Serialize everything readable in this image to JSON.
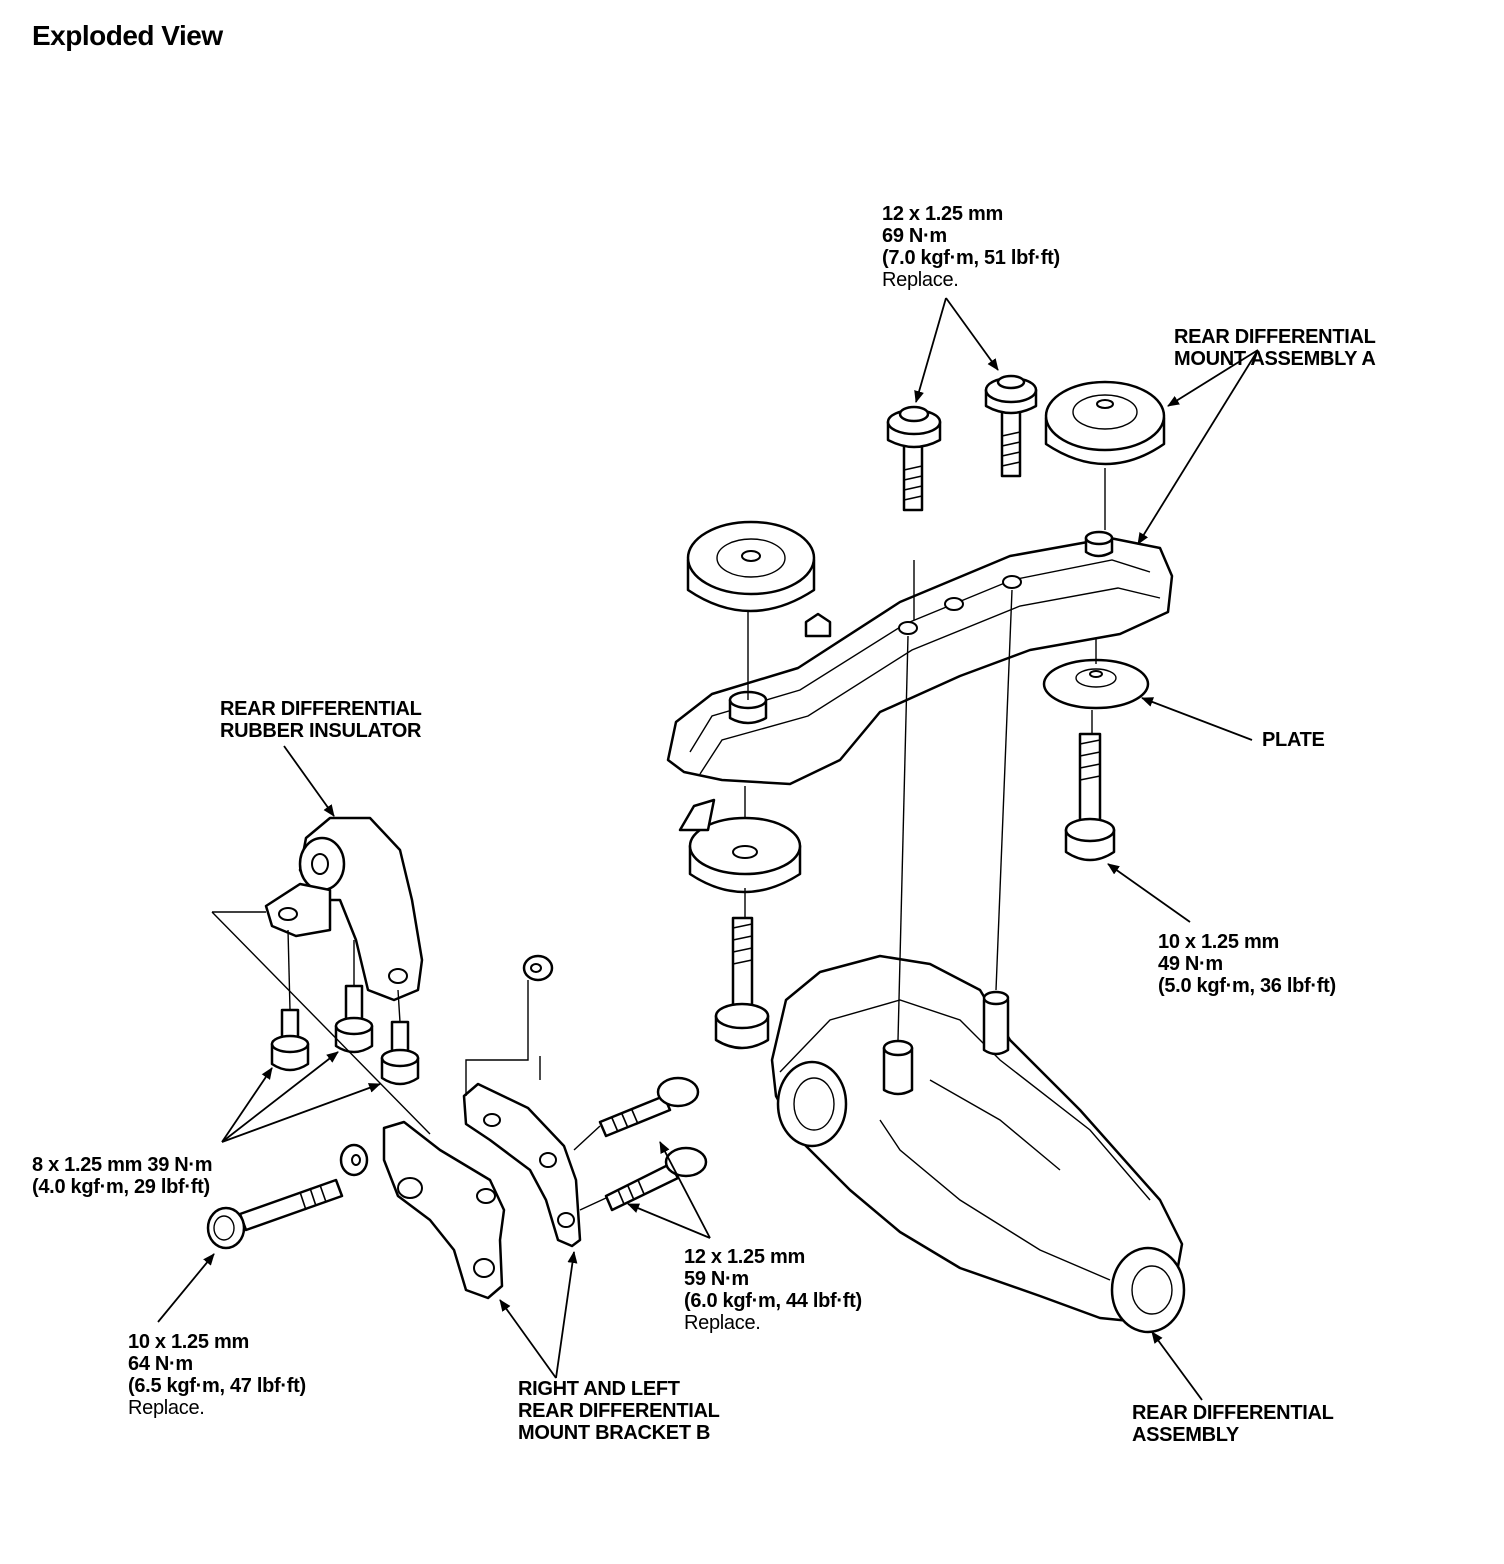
{
  "title": "Exploded View",
  "callouts": {
    "bolt_top": {
      "size": "12 x 1.25 mm",
      "torque_nm": "69 N·m",
      "torque_alt": "(7.0 kgf·m, 51 lbf·ft)",
      "note": "Replace."
    },
    "mount_a": {
      "line1": "REAR DIFFERENTIAL",
      "line2": "MOUNT ASSEMBLY A"
    },
    "plate": {
      "label": "PLATE"
    },
    "bolt_plate": {
      "size": "10 x 1.25 mm",
      "torque_nm": "49 N·m",
      "torque_alt": "(5.0 kgf·m, 36 lbf·ft)"
    },
    "insulator": {
      "line1": "REAR DIFFERENTIAL",
      "line2": "RUBBER INSULATOR"
    },
    "bolt_insulator": {
      "size_torque": "8 x 1.25 mm 39 N·m",
      "torque_alt": "(4.0 kgf·m, 29 lbf·ft)"
    },
    "bolt_bracket_long": {
      "size": "10 x 1.25 mm",
      "torque_nm": "64 N·m",
      "torque_alt": "(6.5 kgf·m, 47 lbf·ft)",
      "note": "Replace."
    },
    "bolt_bracket": {
      "size": "12 x 1.25 mm",
      "torque_nm": "59 N·m",
      "torque_alt": "(6.0 kgf·m, 44 lbf·ft)",
      "note": "Replace."
    },
    "bracket_b": {
      "line1": "RIGHT AND LEFT",
      "line2": "REAR DIFFERENTIAL",
      "line3": "MOUNT BRACKET B"
    },
    "diff_assembly": {
      "line1": "REAR DIFFERENTIAL",
      "line2": "ASSEMBLY"
    }
  }
}
